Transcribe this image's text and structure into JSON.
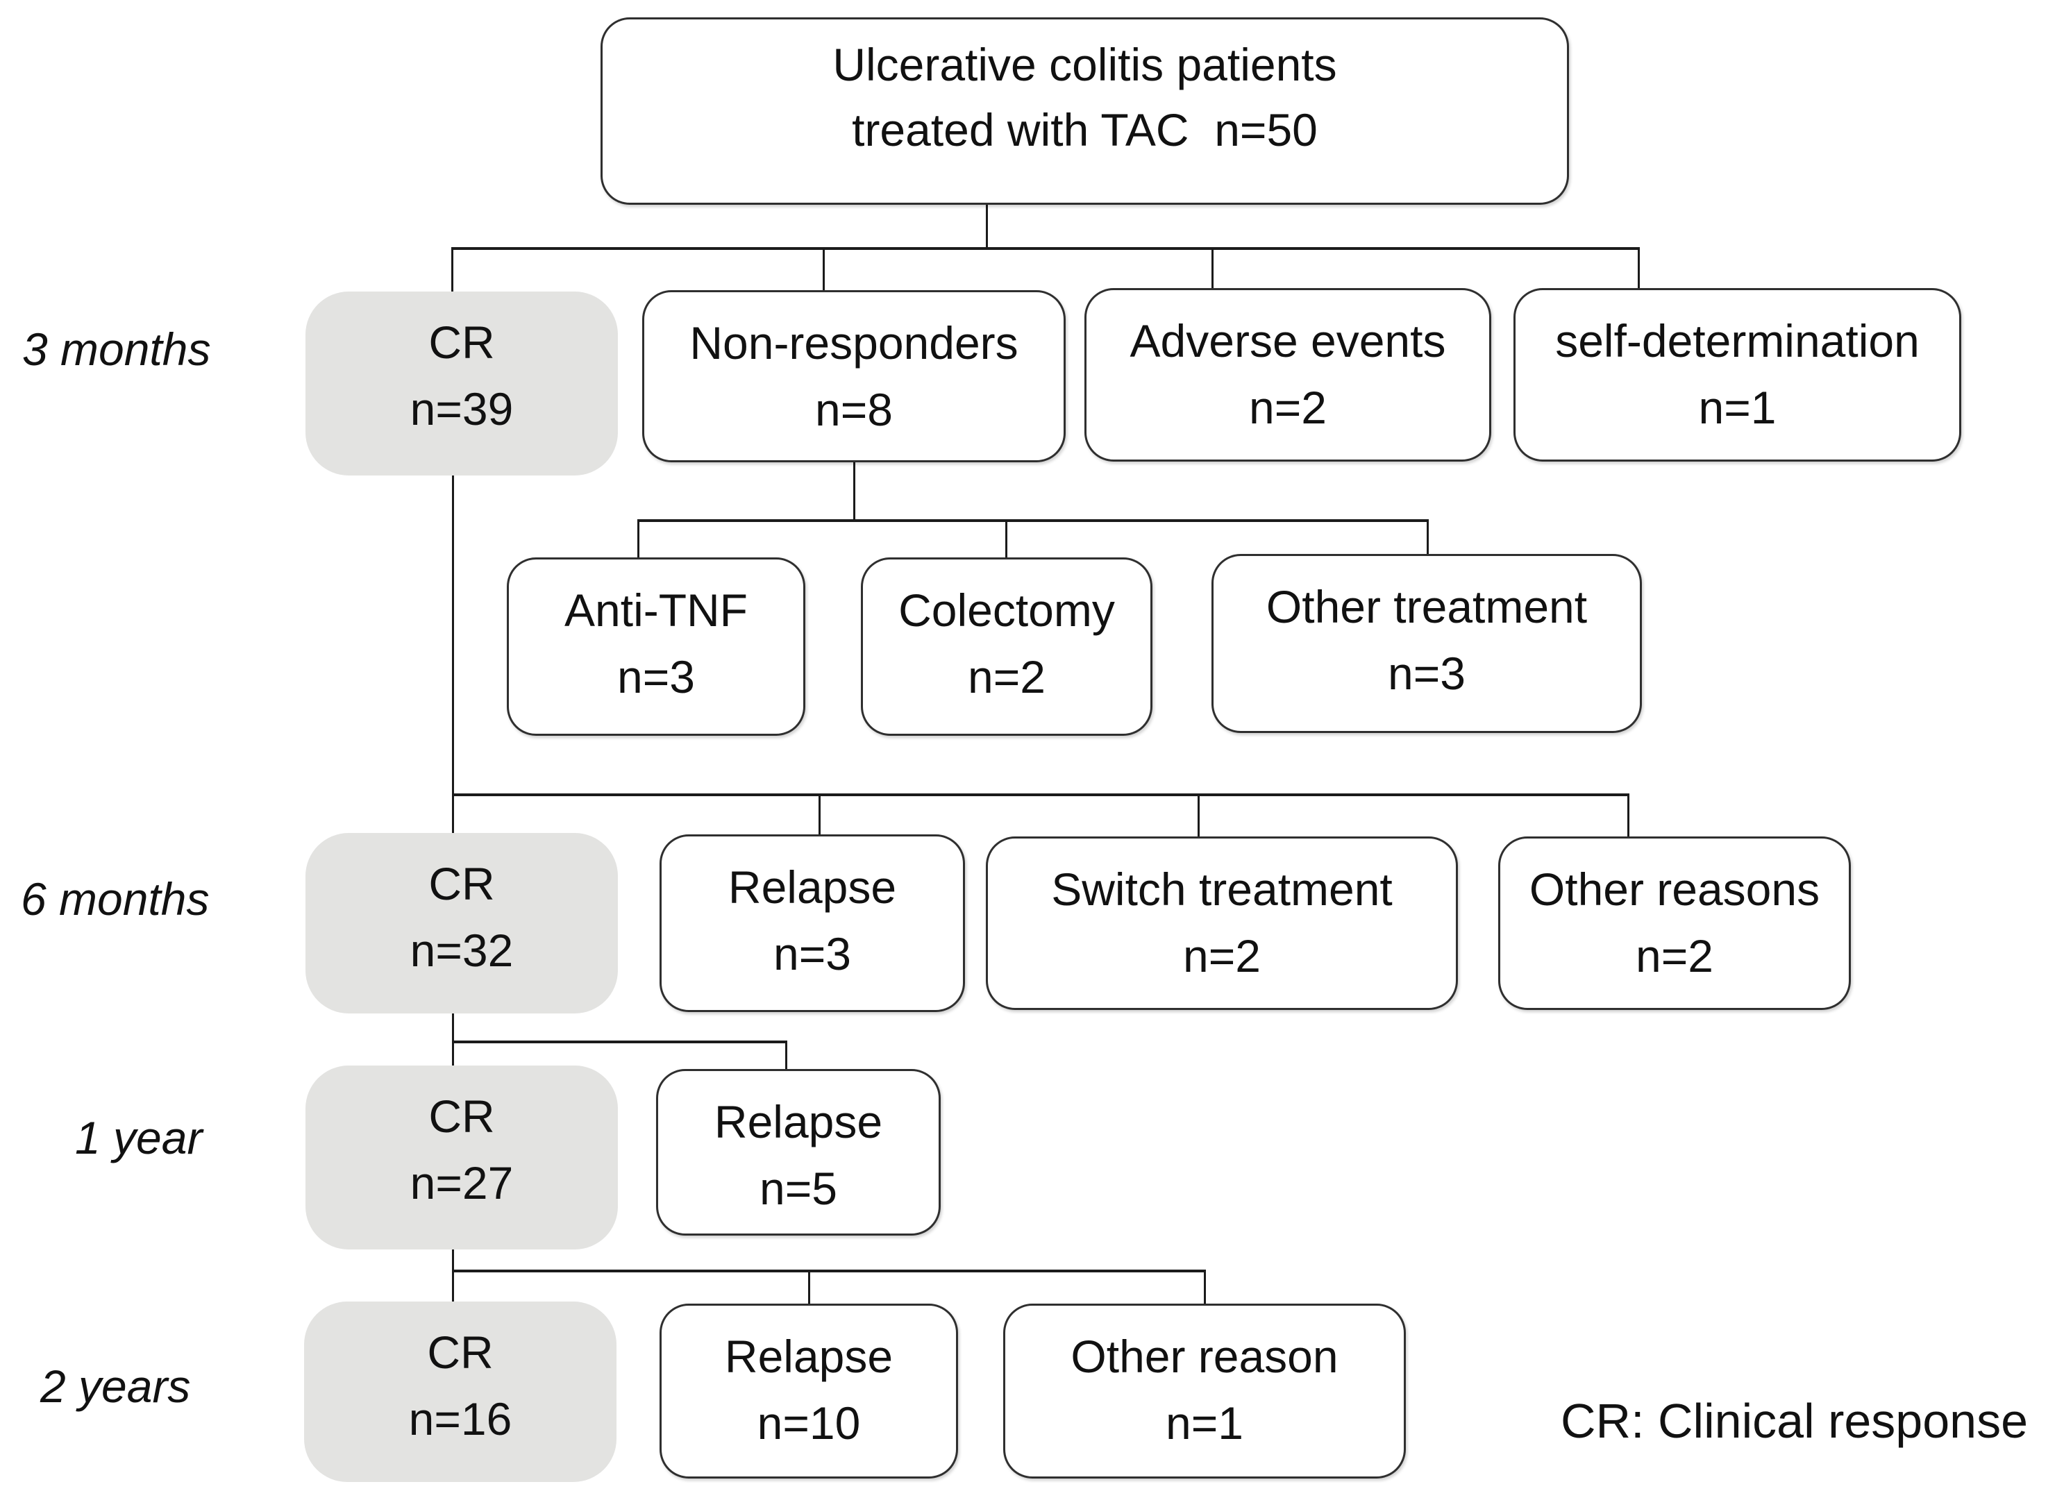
{
  "figure": {
    "root": {
      "line1": "Ulcerative colitis patients",
      "line2": "treated with TAC  n=50"
    },
    "legend": "CR: Clinical response"
  },
  "timepoints": {
    "m3": "3 months",
    "m6": "6 months",
    "y1": "1 year",
    "y2": "2 years"
  },
  "nodes": {
    "cr_3m": {
      "label": "CR",
      "count": "n=39"
    },
    "non_responders": {
      "label": "Non-responders",
      "count": "n=8"
    },
    "adverse_events": {
      "label": "Adverse events",
      "count": "n=2"
    },
    "self_determination": {
      "label": "self-determination",
      "count": "n=1"
    },
    "anti_tnf": {
      "label": "Anti-TNF",
      "count": "n=3"
    },
    "colectomy": {
      "label": "Colectomy",
      "count": "n=2"
    },
    "other_treatment": {
      "label": "Other treatment",
      "count": "n=3"
    },
    "cr_6m": {
      "label": "CR",
      "count": "n=32"
    },
    "relapse_6m": {
      "label": "Relapse",
      "count": "n=3"
    },
    "switch_treatment": {
      "label": "Switch treatment",
      "count": "n=2"
    },
    "other_reasons_6m": {
      "label": "Other reasons",
      "count": "n=2"
    },
    "cr_1y": {
      "label": "CR",
      "count": "n=27"
    },
    "relapse_1y": {
      "label": "Relapse",
      "count": "n=5"
    },
    "cr_2y": {
      "label": "CR",
      "count": "n=16"
    },
    "relapse_2y": {
      "label": "Relapse",
      "count": "n=10"
    },
    "other_reason_2y": {
      "label": "Other reason",
      "count": "n=1"
    }
  },
  "colors": {
    "background": "#ffffff",
    "highlight_fill": "#e3e3e1",
    "box_border": "#2f2f2f",
    "connector": "#1b1b1b",
    "text": "#111111"
  }
}
